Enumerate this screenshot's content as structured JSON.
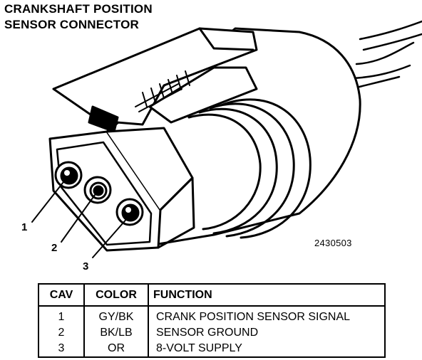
{
  "title": {
    "line1": "CRANKSHAFT POSITION",
    "line2": "SENSOR CONNECTOR"
  },
  "callouts": [
    "1",
    "2",
    "3"
  ],
  "figure_number": "2430503",
  "table": {
    "headers": [
      "CAV",
      "COLOR",
      "FUNCTION"
    ],
    "rows": [
      {
        "cav": "1",
        "color": "GY/BK",
        "function": "CRANK POSITION SENSOR SIGNAL"
      },
      {
        "cav": "2",
        "color": "BK/LB",
        "function": "SENSOR GROUND"
      },
      {
        "cav": "3",
        "color": "OR",
        "function": "8-VOLT SUPPLY"
      }
    ]
  }
}
